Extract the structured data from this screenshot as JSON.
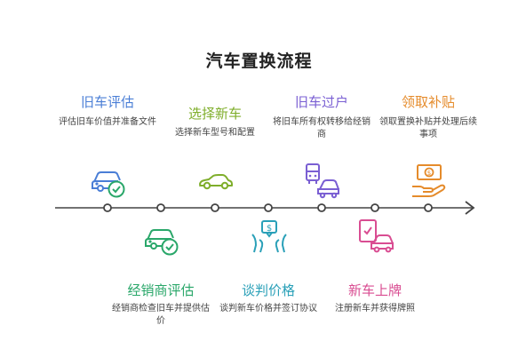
{
  "title": "汽车置换流程",
  "colors": {
    "blue": "#4a7ed6",
    "green": "#2aa76a",
    "lime": "#7fae2b",
    "teal": "#2aa0b8",
    "purple": "#7a5fd3",
    "pink": "#d94d92",
    "orange": "#e58b2b",
    "line": "#444444"
  },
  "steps": [
    {
      "name": "旧车评估",
      "desc": "评估旧车价值并准备文件",
      "color": "#4a7ed6",
      "icon": "car-check-icon"
    },
    {
      "name": "经销商评估",
      "desc": "经销商检查旧车并提供估价",
      "color": "#2aa76a",
      "icon": "car-check-icon"
    },
    {
      "name": "选择新车",
      "desc": "选择新车型号和配置",
      "color": "#7fae2b",
      "icon": "car-icon"
    },
    {
      "name": "谈判价格",
      "desc": "谈判新车价格并签订协议",
      "color": "#2aa0b8",
      "icon": "negotiation-icon"
    },
    {
      "name": "旧车过户",
      "desc": "将旧车所有权转移给经销商",
      "color": "#7a5fd3",
      "icon": "transfer-icon"
    },
    {
      "name": "新车上牌",
      "desc": "注册新车并获得牌照",
      "color": "#d94d92",
      "icon": "registration-icon"
    },
    {
      "name": "领取补贴",
      "desc": "领取置换补贴并处理后续事项",
      "color": "#e58b2b",
      "icon": "money-hand-icon"
    }
  ]
}
